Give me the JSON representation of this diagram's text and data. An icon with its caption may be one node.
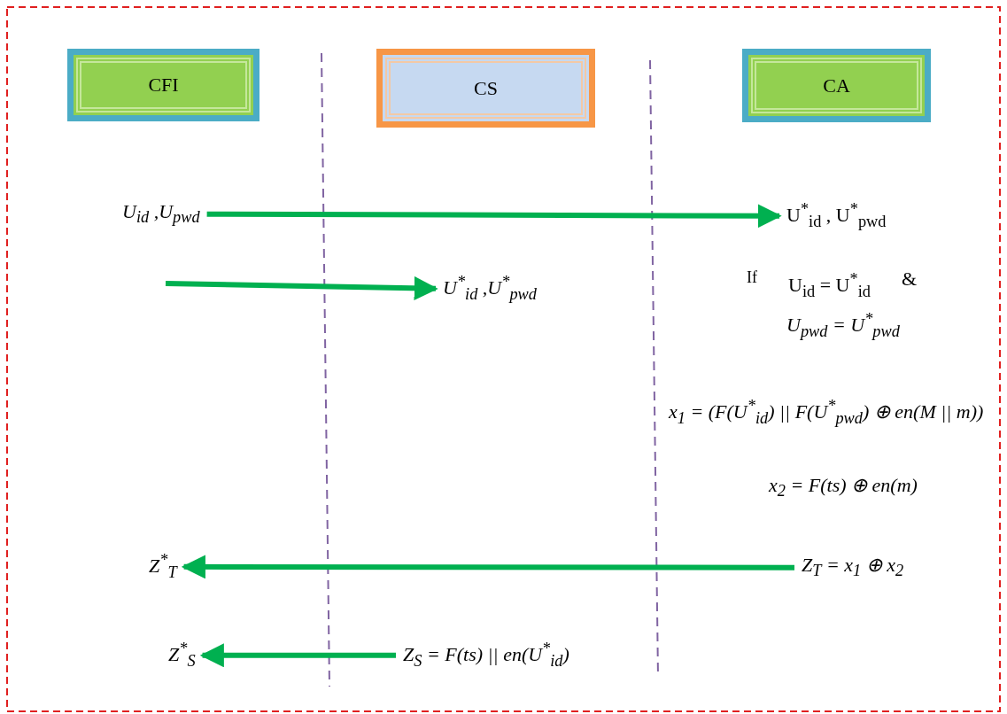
{
  "diagram": {
    "nodes": [
      {
        "text": [
          "CFI"
        ]
      },
      {
        "text": [
          "CS"
        ]
      },
      {
        "text": [
          "CA"
        ]
      },
      {
        "text": [
          "U$_{id}$ ,U$_{pwd}$"
        ]
      },
      {
        "text": [
          "U$^{*}$$_{id}$ , U$^{*}$$_{pwd}$"
        ]
      },
      {
        "text": [
          "U$^{*}$$_{id}$ ,U$^{*}$$_{pwd}$"
        ]
      },
      {
        "text": [
          "Z$^{*}$$_{T}$"
        ]
      },
      {
        "text": [
          "Z$_{T}$ = x$_{1}$ ⊕ x$_{2}$"
        ]
      },
      {
        "text": [
          "Z$^{*}$$_{S}$"
        ]
      },
      {
        "text": [
          "Z$_{S}$ = F(ts) || en(U$^{*}$$_{id}$)"
        ]
      }
    ],
    "edges": [
      {
        "from": 3,
        "to": 4,
        "arrow": "to"
      },
      {
        "from": null,
        "to": 5,
        "arrow": "to"
      },
      {
        "from": 7,
        "to": 6,
        "arrow": "to"
      },
      {
        "from": 9,
        "to": 8,
        "arrow": "to"
      }
    ],
    "labels": [
      "If",
      "U$_{id}$ = U$^{*}$$_{id}$",
      "&",
      "U$_{pwd}$ = U$^{*}$$_{pwd}$",
      "x$_{1}$ = (F(U$^{*}$$_{id}$) || F(U$^{*}$$_{pwd}$) ⊕ en(M || m))",
      "x$_{2}$ = F(ts) ⊕ en(m)"
    ]
  }
}
